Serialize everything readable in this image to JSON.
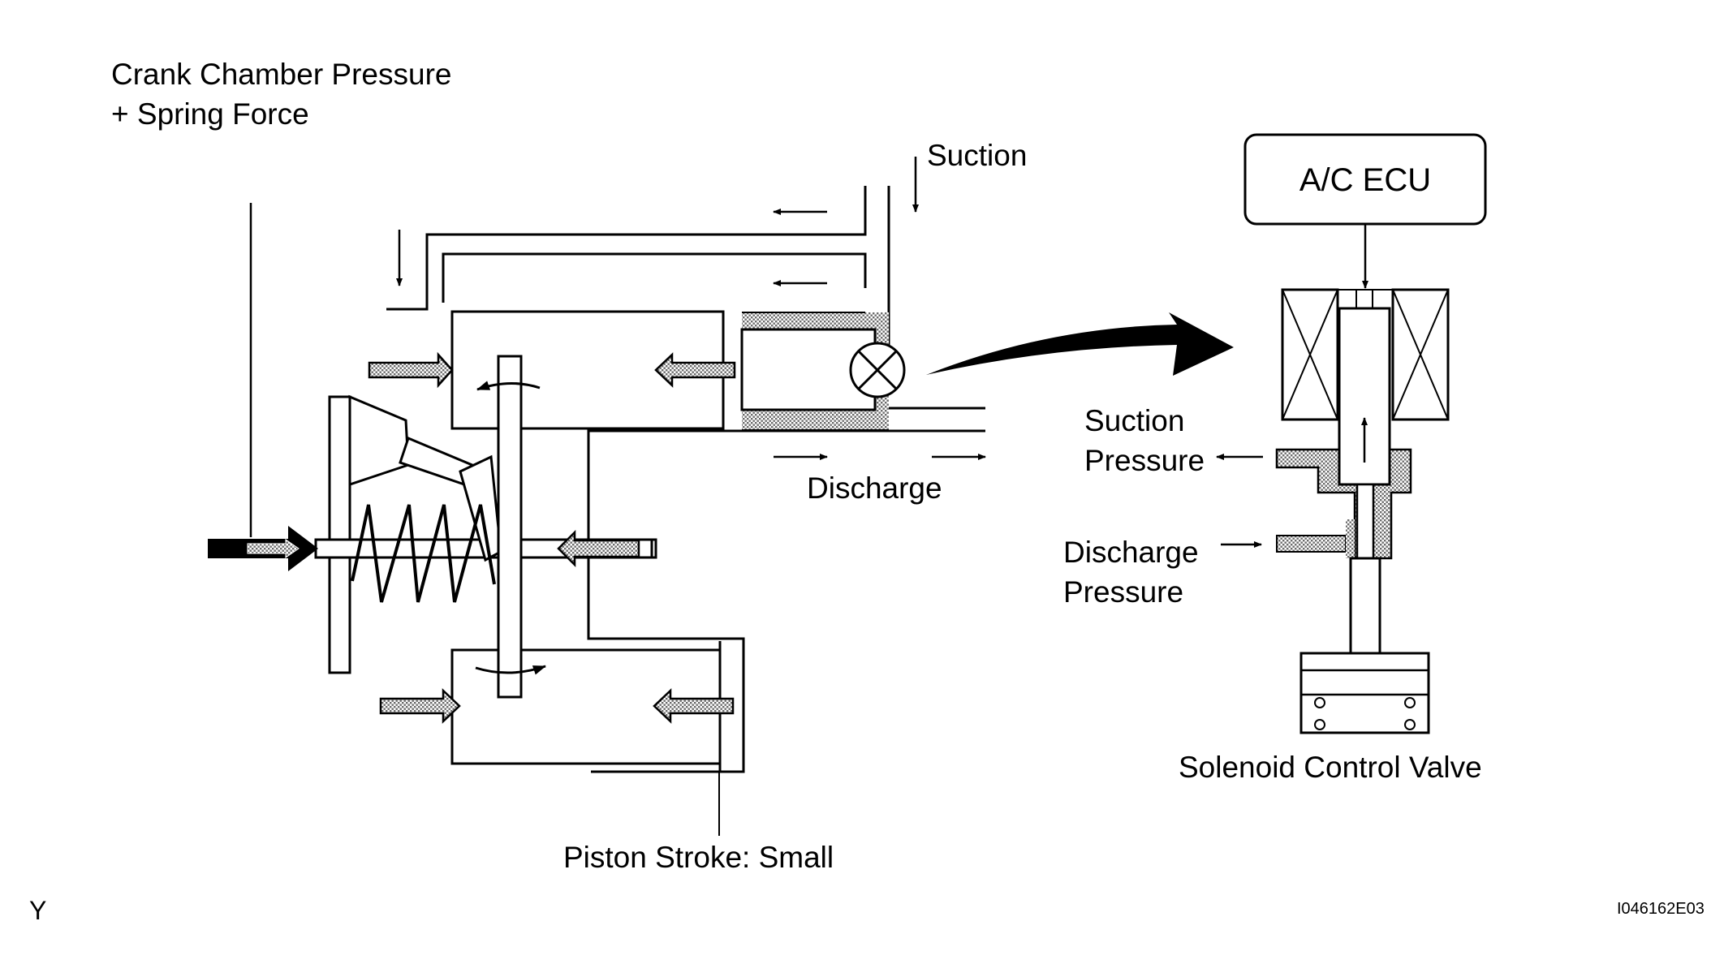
{
  "labels": {
    "crank_line1": "Crank Chamber Pressure",
    "crank_line2": "+ Spring Force",
    "suction": "Suction",
    "discharge": "Discharge",
    "piston_stroke": "Piston Stroke: Small",
    "ecu": "A/C ECU",
    "suction_pressure_line1": "Suction",
    "suction_pressure_line2": "Pressure",
    "discharge_pressure_line1": "Discharge",
    "discharge_pressure_line2": "Pressure",
    "solenoid": "Solenoid Control Valve",
    "corner_tag": "Y",
    "figure_id": "I046162E03"
  }
}
